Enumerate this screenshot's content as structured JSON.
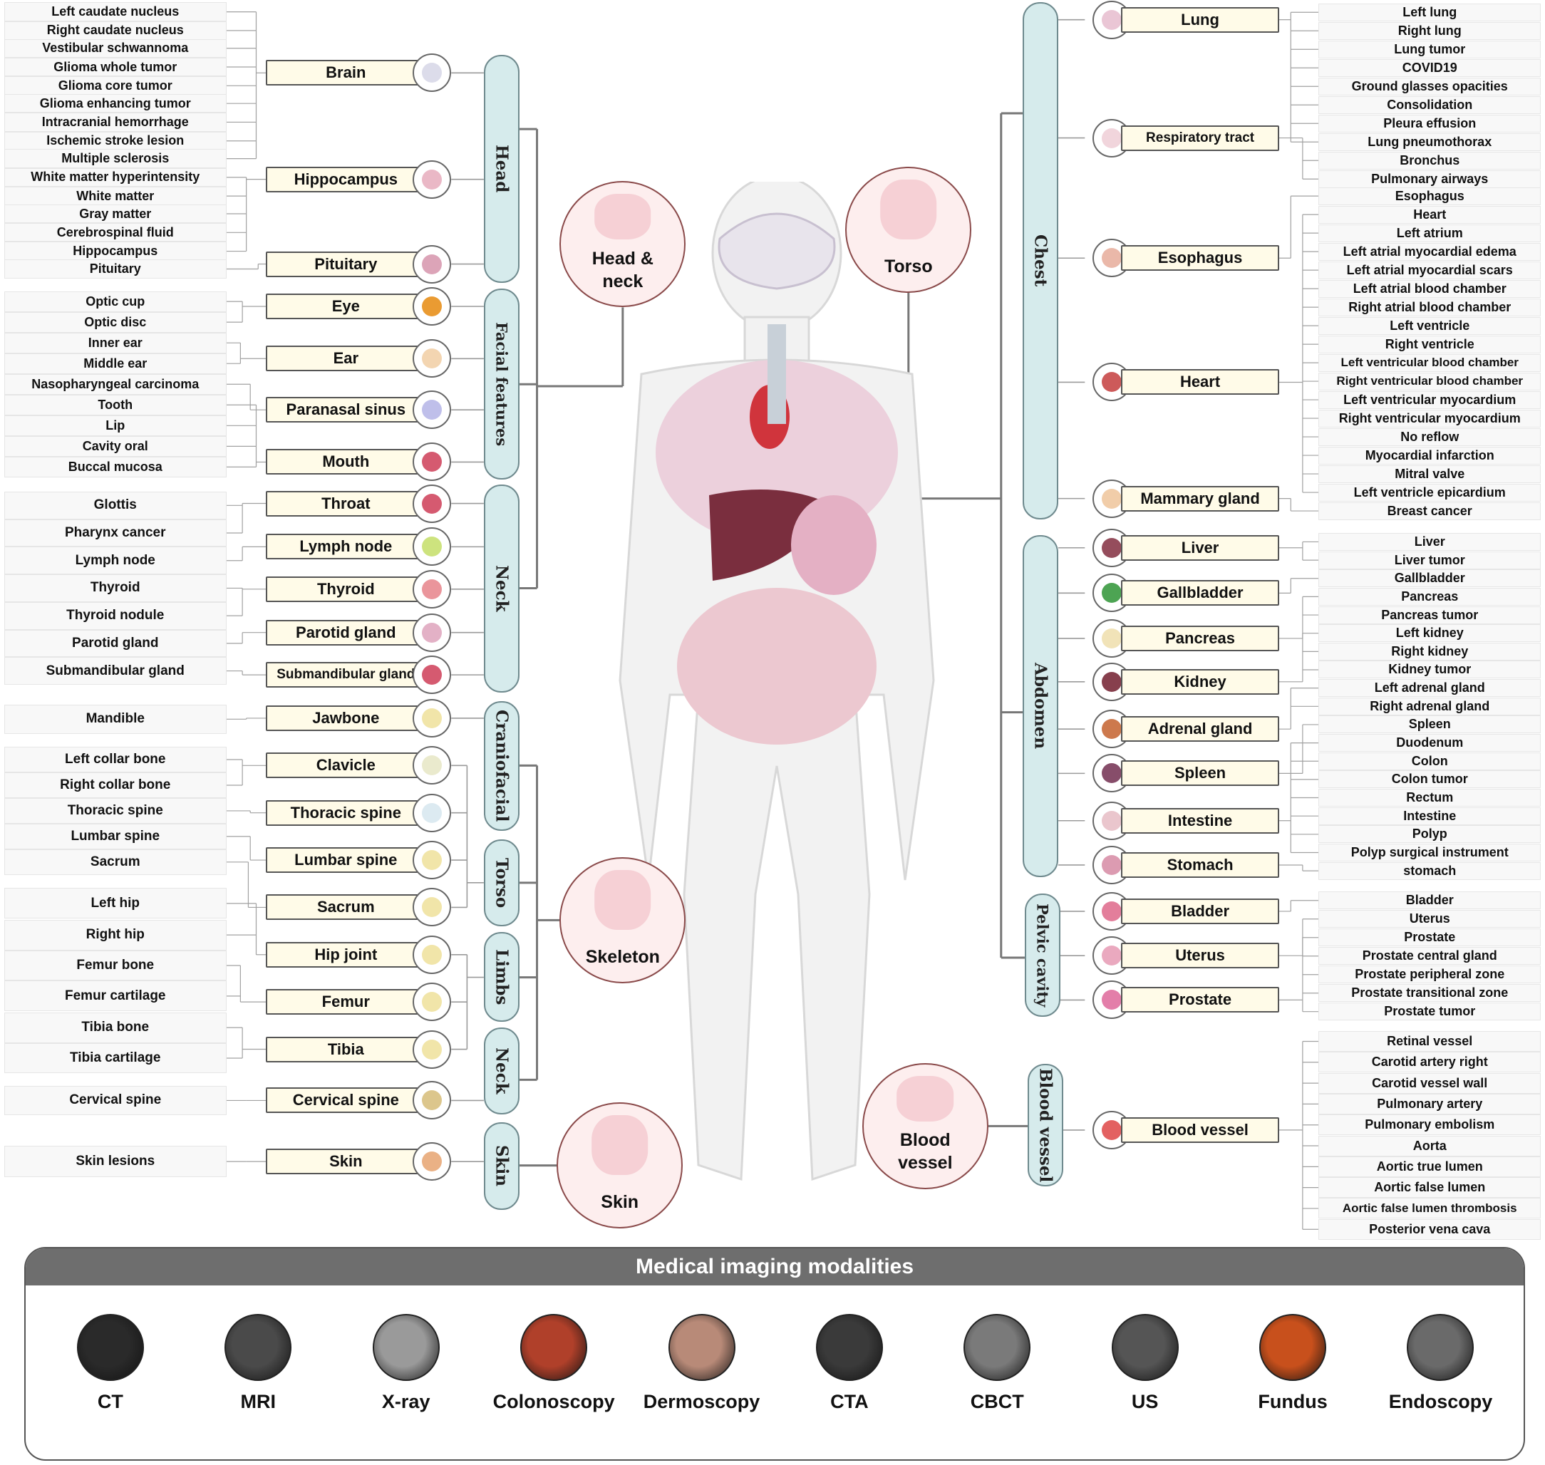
{
  "regions": [
    {
      "id": "head-neck",
      "label": "Head &\nneck"
    },
    {
      "id": "torso",
      "label": "Torso"
    },
    {
      "id": "skeleton",
      "label": "Skeleton"
    },
    {
      "id": "skin",
      "label": "Skin"
    },
    {
      "id": "blood-vessel",
      "label": "Blood\nvessel"
    }
  ],
  "subregions": [
    {
      "id": "head",
      "label": "Head"
    },
    {
      "id": "facial-features",
      "label": "Facial features"
    },
    {
      "id": "neck",
      "label": "Neck"
    },
    {
      "id": "craniofacial",
      "label": "Craniofacial"
    },
    {
      "id": "skel-torso",
      "label": "Torso"
    },
    {
      "id": "limbs",
      "label": "Limbs"
    },
    {
      "id": "skel-neck",
      "label": "Neck"
    },
    {
      "id": "skin",
      "label": "Skin"
    },
    {
      "id": "chest",
      "label": "Chest"
    },
    {
      "id": "abdomen",
      "label": "Abdomen"
    },
    {
      "id": "pelvic-cavity",
      "label": "Pelvic cavity"
    },
    {
      "id": "blood-vessel",
      "label": "Blood vessel"
    }
  ],
  "left_organs": [
    {
      "label": "Brain",
      "icon": "brain-icon",
      "color": "#d8d8e8"
    },
    {
      "label": "Hippocampus",
      "icon": "hippocampus-icon",
      "color": "#e8b0c0"
    },
    {
      "label": "Pituitary",
      "icon": "pituitary-icon",
      "color": "#d89ab0"
    },
    {
      "label": "Eye",
      "icon": "eye-icon",
      "color": "#e8901c"
    },
    {
      "label": "Ear",
      "icon": "ear-icon",
      "color": "#f2d0a8"
    },
    {
      "label": "Paranasal sinus",
      "icon": "sinus-icon",
      "color": "#b8b8e8"
    },
    {
      "label": "Mouth",
      "icon": "mouth-icon",
      "color": "#d04860"
    },
    {
      "label": "Throat",
      "icon": "throat-icon",
      "color": "#d04860"
    },
    {
      "label": "Lymph node",
      "icon": "lymph-node-icon",
      "color": "#c8e070"
    },
    {
      "label": "Thyroid",
      "icon": "thyroid-icon",
      "color": "#e88a90"
    },
    {
      "label": "Parotid gland",
      "icon": "parotid-gland-icon",
      "color": "#e0a8c0"
    },
    {
      "label": "Submandibular gland",
      "icon": "submandibular-gland-icon",
      "color": "#d04860"
    },
    {
      "label": "Jawbone",
      "icon": "jawbone-icon",
      "color": "#f0e2a0"
    },
    {
      "label": "Clavicle",
      "icon": "clavicle-icon",
      "color": "#e8e8c8"
    },
    {
      "label": "Thoracic spine",
      "icon": "thoracic-spine-icon",
      "color": "#d8e8f0"
    },
    {
      "label": "Lumbar spine",
      "icon": "lumbar-spine-icon",
      "color": "#f0e2a0"
    },
    {
      "label": "Sacrum",
      "icon": "sacrum-icon",
      "color": "#f0e2a0"
    },
    {
      "label": "Hip joint",
      "icon": "hip-joint-icon",
      "color": "#f0e2a0"
    },
    {
      "label": "Femur",
      "icon": "femur-icon",
      "color": "#f0e2a0"
    },
    {
      "label": "Tibia",
      "icon": "tibia-icon",
      "color": "#f0e2a0"
    },
    {
      "label": "Cervical spine",
      "icon": "cervical-spine-icon",
      "color": "#d8c080"
    },
    {
      "label": "Skin",
      "icon": "skin-icon",
      "color": "#e8a878"
    }
  ],
  "left_leaves": [
    "Left caudate nucleus",
    "Right caudate nucleus",
    "Vestibular schwannoma",
    "Glioma whole tumor",
    "Glioma core tumor",
    "Glioma enhancing tumor",
    "Intracranial hemorrhage",
    "Ischemic stroke lesion",
    "Multiple sclerosis",
    "White matter hyperintensity",
    "White matter",
    "Gray matter",
    "Cerebrospinal fluid",
    "Hippocampus",
    "Pituitary",
    "Optic cup",
    "Optic disc",
    "Inner ear",
    "Middle ear",
    "Nasopharyngeal carcinoma",
    "Tooth",
    "Lip",
    "Cavity oral",
    "Buccal mucosa",
    "Glottis",
    "Pharynx cancer",
    "Lymph node",
    "Thyroid",
    "Thyroid nodule",
    "Parotid gland",
    "Submandibular gland",
    "Mandible",
    "Left collar bone",
    "Right collar bone",
    "Thoracic spine",
    "Lumbar spine",
    "Sacrum",
    "Left hip",
    "Right hip",
    "Femur bone",
    "Femur cartilage",
    "Tibia bone",
    "Tibia cartilage",
    "Cervical spine",
    "Skin lesions"
  ],
  "right_organs": [
    {
      "label": "Lung",
      "icon": "lung-icon",
      "color": "#e8c0d0"
    },
    {
      "label": "Respiratory tract",
      "icon": "respiratory-tract-icon",
      "color": "#f0d0d8"
    },
    {
      "label": "Esophagus",
      "icon": "esophagus-icon",
      "color": "#e8b0a0"
    },
    {
      "label": "Heart",
      "icon": "heart-icon",
      "color": "#c84848"
    },
    {
      "label": "Mammary gland",
      "icon": "mammary-gland-icon",
      "color": "#f0c8a0"
    },
    {
      "label": "Liver",
      "icon": "liver-icon",
      "color": "#8a3a4a"
    },
    {
      "label": "Gallbladder",
      "icon": "gallbladder-icon",
      "color": "#3a9a40"
    },
    {
      "label": "Pancreas",
      "icon": "pancreas-icon",
      "color": "#f0e0b0"
    },
    {
      "label": "Kidney",
      "icon": "kidney-icon",
      "color": "#7a2a3a"
    },
    {
      "label": "Adrenal gland",
      "icon": "adrenal-gland-icon",
      "color": "#c86a3a"
    },
    {
      "label": "Spleen",
      "icon": "spleen-icon",
      "color": "#7a3a5a"
    },
    {
      "label": "Intestine",
      "icon": "intestine-icon",
      "color": "#e8c0c8"
    },
    {
      "label": "Stomach",
      "icon": "stomach-icon",
      "color": "#d890a8"
    },
    {
      "label": "Bladder",
      "icon": "bladder-icon",
      "color": "#e07090"
    },
    {
      "label": "Uterus",
      "icon": "uterus-icon",
      "color": "#e8a0b8"
    },
    {
      "label": "Prostate",
      "icon": "prostate-icon",
      "color": "#e070a0"
    },
    {
      "label": "Blood vessel",
      "icon": "blood-vessel-icon",
      "color": "#e05050"
    }
  ],
  "right_leaves": [
    "Left lung",
    "Right lung",
    "Lung tumor",
    "COVID19",
    "Ground glasses opacities",
    "Consolidation",
    "Pleura effusion",
    "Lung pneumothorax",
    "Bronchus",
    "Pulmonary airways",
    "Esophagus",
    "Heart",
    "Left atrium",
    "Left atrial myocardial edema",
    "Left atrial myocardial scars",
    "Left atrial blood chamber",
    "Right atrial blood chamber",
    "Left ventricle",
    "Right ventricle",
    "Left ventricular blood chamber",
    "Right ventricular blood chamber",
    "Left ventricular myocardium",
    "Right ventricular myocardium",
    "No reflow",
    "Myocardial infarction",
    "Mitral valve",
    "Left ventricle epicardium",
    "Breast cancer",
    "Liver",
    "Liver tumor",
    "Gallbladder",
    "Pancreas",
    "Pancreas tumor",
    "Left kidney",
    "Right kidney",
    "Kidney tumor",
    "Left adrenal gland",
    "Right adrenal gland",
    "Spleen",
    "Duodenum",
    "Colon",
    "Colon tumor",
    "Rectum",
    "Intestine",
    "Polyp",
    "Polyp surgical instrument",
    "stomach",
    "Bladder",
    "Uterus",
    "Prostate",
    "Prostate central gland",
    "Prostate peripheral zone",
    "Prostate transitional zone",
    "Prostate tumor",
    "Retinal vessel",
    "Carotid artery right",
    "Carotid vessel wall",
    "Pulmonary artery",
    "Pulmonary embolism",
    "Aorta",
    "Aortic true lumen",
    "Aortic false lumen",
    "Aortic false lumen thrombosis",
    "Posterior vena cava"
  ],
  "modalities": {
    "title": "Medical imaging modalities",
    "items": [
      {
        "label": "CT",
        "icon": "ct-icon",
        "color": "#2a2a2a"
      },
      {
        "label": "MRI",
        "icon": "mri-icon",
        "color": "#4a4a4a"
      },
      {
        "label": "X-ray",
        "icon": "x-ray-icon",
        "color": "#9a9a9a"
      },
      {
        "label": "Colonoscopy",
        "icon": "colonoscopy-icon",
        "color": "#b0402a"
      },
      {
        "label": "Dermoscopy",
        "icon": "dermoscopy-icon",
        "color": "#b88a78"
      },
      {
        "label": "CTA",
        "icon": "cta-icon",
        "color": "#3a3a3a"
      },
      {
        "label": "CBCT",
        "icon": "cbct-icon",
        "color": "#7a7a7a"
      },
      {
        "label": "US",
        "icon": "us-icon",
        "color": "#555555"
      },
      {
        "label": "Fundus",
        "icon": "fundus-icon",
        "color": "#c8501c"
      },
      {
        "label": "Endoscopy",
        "icon": "endoscopy-icon",
        "color": "#6a6a6a"
      }
    ]
  }
}
